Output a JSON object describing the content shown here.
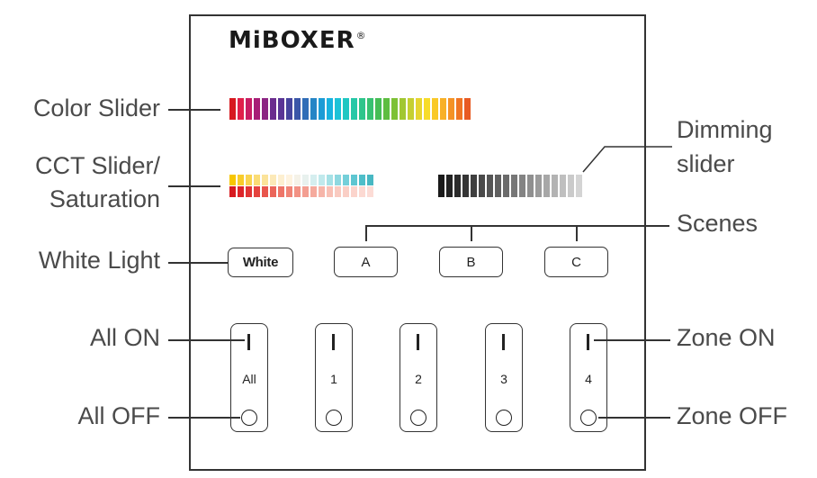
{
  "brand": {
    "name": "MiBOXER",
    "trademark": "®"
  },
  "labels": {
    "color_slider": "Color Slider",
    "cct_slider_line1": "CCT Slider/",
    "cct_slider_line2": "Saturation",
    "white_light": "White Light",
    "all_on": "All ON",
    "all_off": "All OFF",
    "dimming_line1": "Dimming",
    "dimming_line2": "slider",
    "scenes": "Scenes",
    "zone_on": "Zone ON",
    "zone_off": "Zone OFF"
  },
  "buttons": {
    "white": "White",
    "scenes": [
      "A",
      "B",
      "C"
    ]
  },
  "zones": [
    "All",
    "1",
    "2",
    "3",
    "4"
  ],
  "colors": {
    "color_slider": [
      "#d7191f",
      "#e0204a",
      "#c81d63",
      "#a71e76",
      "#8c2483",
      "#6b2c8e",
      "#5a3595",
      "#46449d",
      "#3a56a8",
      "#2f6db7",
      "#2585c6",
      "#1c9cd6",
      "#18b2df",
      "#1cc2d7",
      "#20c7c2",
      "#26c8a7",
      "#2ec58b",
      "#37c171",
      "#45bd55",
      "#5dbd40",
      "#7dc135",
      "#a1c732",
      "#c5cf31",
      "#e6d52f",
      "#f7dc2a",
      "#f9c928",
      "#f8b027",
      "#f49226",
      "#ef7523",
      "#e85a22"
    ],
    "cct_top": [
      "#f7c600",
      "#f8cc2a",
      "#f9d450",
      "#fadc76",
      "#fbe39a",
      "#fce9b8",
      "#fdefd0",
      "#fef3df",
      "#f5f2e8",
      "#e8f1ee",
      "#d5eeef",
      "#c0e9ec",
      "#a6e1e6",
      "#8ed8e0",
      "#74cfd9",
      "#5ec6d1",
      "#4ebec9",
      "#48b8c3"
    ],
    "cct_bottom": [
      "#d7191f",
      "#dd2429",
      "#e13434",
      "#e5443f",
      "#e8554c",
      "#eb655a",
      "#ee7568",
      "#f08476",
      "#f29284",
      "#f39e91",
      "#f5aa9d",
      "#f6b5a9",
      "#f8c0b5",
      "#f9cac0",
      "#facfc6",
      "#fbd4cc",
      "#fcd9d2",
      "#fcdcd6"
    ],
    "dimming": [
      "#1a1a1a",
      "#222222",
      "#2b2b2b",
      "#353535",
      "#3f3f3f",
      "#4a4a4a",
      "#555555",
      "#606060",
      "#6b6b6b",
      "#777777",
      "#838383",
      "#8f8f8f",
      "#9b9b9b",
      "#a7a7a7",
      "#b3b3b3",
      "#bfbfbf",
      "#cacaca",
      "#d4d4d4"
    ]
  }
}
